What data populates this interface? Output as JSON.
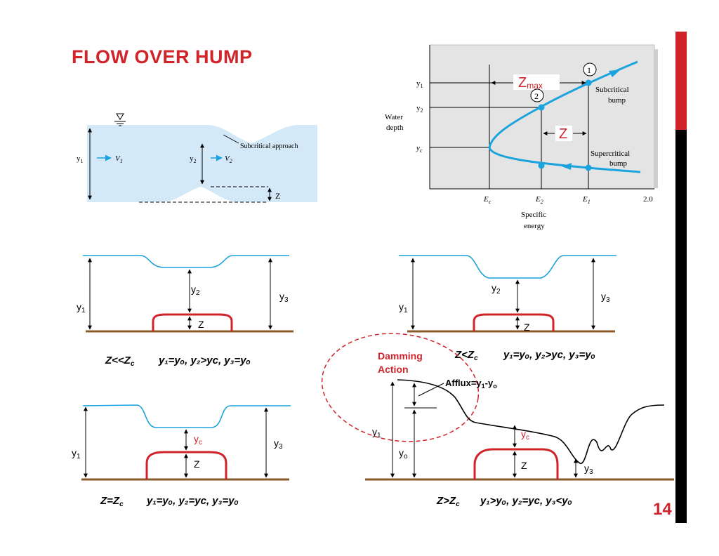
{
  "slide": {
    "title": "FLOW OVER HUMP",
    "number": "14"
  },
  "colors": {
    "accent_red": "#d0232a",
    "water_blue": "#1aa3dd",
    "channel_fill": "#d3e9f7",
    "bed_brown": "#8b5a2b",
    "chart_bg": "#e4e4e4"
  },
  "figure_top_left": {
    "y1": "y",
    "y1_sub": "1",
    "v1": "V",
    "v1_sub": "1",
    "y2": "y",
    "y2_sub": "2",
    "v2": "V",
    "v2_sub": "2",
    "approach_label": "Subcritical approach",
    "z": "Z"
  },
  "figure_energy": {
    "y1": "y",
    "y1_sub": "1",
    "y2": "y",
    "y2_sub": "2",
    "yc": "y",
    "yc_sub": "c",
    "axis_y_line1": "Water",
    "axis_y_line2": "depth",
    "ec": "E",
    "ec_sub": "c",
    "e2": "E",
    "e2_sub": "2",
    "e1": "E",
    "e1_sub": "1",
    "tick_max": "2.0",
    "axis_x_line1": "Specific",
    "axis_x_line2": "energy",
    "zmax": "Z",
    "zmax_sub": "max",
    "z": "Z",
    "point1": "1",
    "point2": "2",
    "sub_line1": "Subcritical",
    "sub_line2": "bump",
    "super_line1": "Supercritical",
    "super_line2": "bump"
  },
  "case_1": {
    "y1": "y",
    "y1_sub": "1",
    "y2": "y",
    "y2_sub": "2",
    "y3": "y",
    "y3_sub": "3",
    "z": "Z",
    "condition_a": "Z<<Z",
    "condition_a_sub": "c",
    "relation": "y₁=yₒ, y₂>yᴄ, y₃=yₒ"
  },
  "case_2": {
    "y1": "y",
    "y1_sub": "1",
    "y2": "y",
    "y2_sub": "2",
    "y3": "y",
    "y3_sub": "3",
    "z": "Z",
    "condition_a": "Z<Z",
    "condition_a_sub": "c",
    "relation": "y₁=yₒ, y₂>yᴄ, y₃=yₒ"
  },
  "case_3": {
    "y1": "y",
    "y1_sub": "1",
    "yc": "y",
    "yc_sub": "c",
    "y3": "y",
    "y3_sub": "3",
    "z": "Z",
    "condition_a": "Z=Z",
    "condition_a_sub": "c",
    "relation": "y₁=yₒ, y₂=yᴄ, y₃=yₒ"
  },
  "case_4": {
    "damming_line1": "Damming",
    "damming_line2": "Action",
    "afflux": "Afflux=y",
    "afflux_sub1": "1",
    "afflux_minus": "-y",
    "afflux_sub2": "o",
    "y1": "y",
    "y1_sub": "1",
    "yo": "y",
    "yo_sub": "o",
    "yc": "y",
    "yc_sub": "c",
    "y3": "y",
    "y3_sub": "3",
    "z": "Z",
    "condition_a": "Z>Z",
    "condition_a_sub": "c",
    "relation": "y₁>yₒ, y₂=yᴄ, y₃<yₒ"
  }
}
